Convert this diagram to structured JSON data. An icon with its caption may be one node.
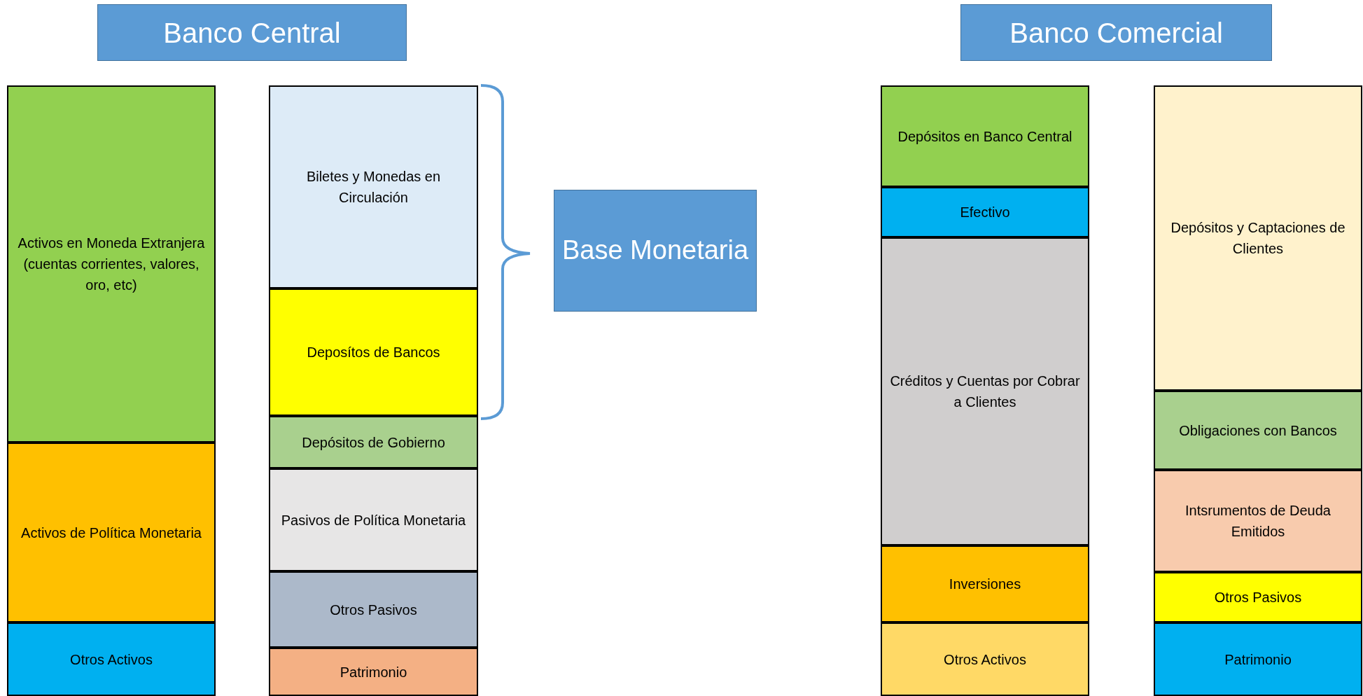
{
  "diagram": {
    "nodes": [
      {
        "text": [
          "Banco Central"
        ]
      },
      {
        "text": [
          "Banco Comercial"
        ]
      },
      {
        "text": [
          "Activos en Moneda Extranjera (cuentas corrientes, valores, oro, etc)"
        ]
      },
      {
        "text": [
          "Activos de Política Monetaria"
        ]
      },
      {
        "text": [
          "Otros Activos"
        ]
      },
      {
        "text": [
          "Biletes y Monedas en Circulación"
        ]
      },
      {
        "text": [
          "Deposítos de Bancos"
        ]
      },
      {
        "text": [
          "Depósitos de Gobierno"
        ]
      },
      {
        "text": [
          "Pasivos de Política Monetaria"
        ]
      },
      {
        "text": [
          "Otros Pasivos"
        ]
      },
      {
        "text": [
          "Patrimonio"
        ]
      },
      {
        "text": [
          "Base Monetaria"
        ]
      },
      {
        "text": [
          "Depósitos en Banco Central"
        ]
      },
      {
        "text": [
          "Efectivo"
        ]
      },
      {
        "text": [
          "Créditos y Cuentas por Cobrar a Clientes"
        ]
      },
      {
        "text": [
          "Inversiones"
        ]
      },
      {
        "text": [
          "Otros Activos"
        ]
      },
      {
        "text": [
          "Depósitos y Captaciones de Clientes"
        ]
      },
      {
        "text": [
          "Obligaciones con Bancos"
        ]
      },
      {
        "text": [
          "Intsrumentos de Deuda Emitidos"
        ]
      },
      {
        "text": [
          "Otros Pasivos"
        ]
      },
      {
        "text": [
          "Patrimonio"
        ]
      }
    ]
  }
}
